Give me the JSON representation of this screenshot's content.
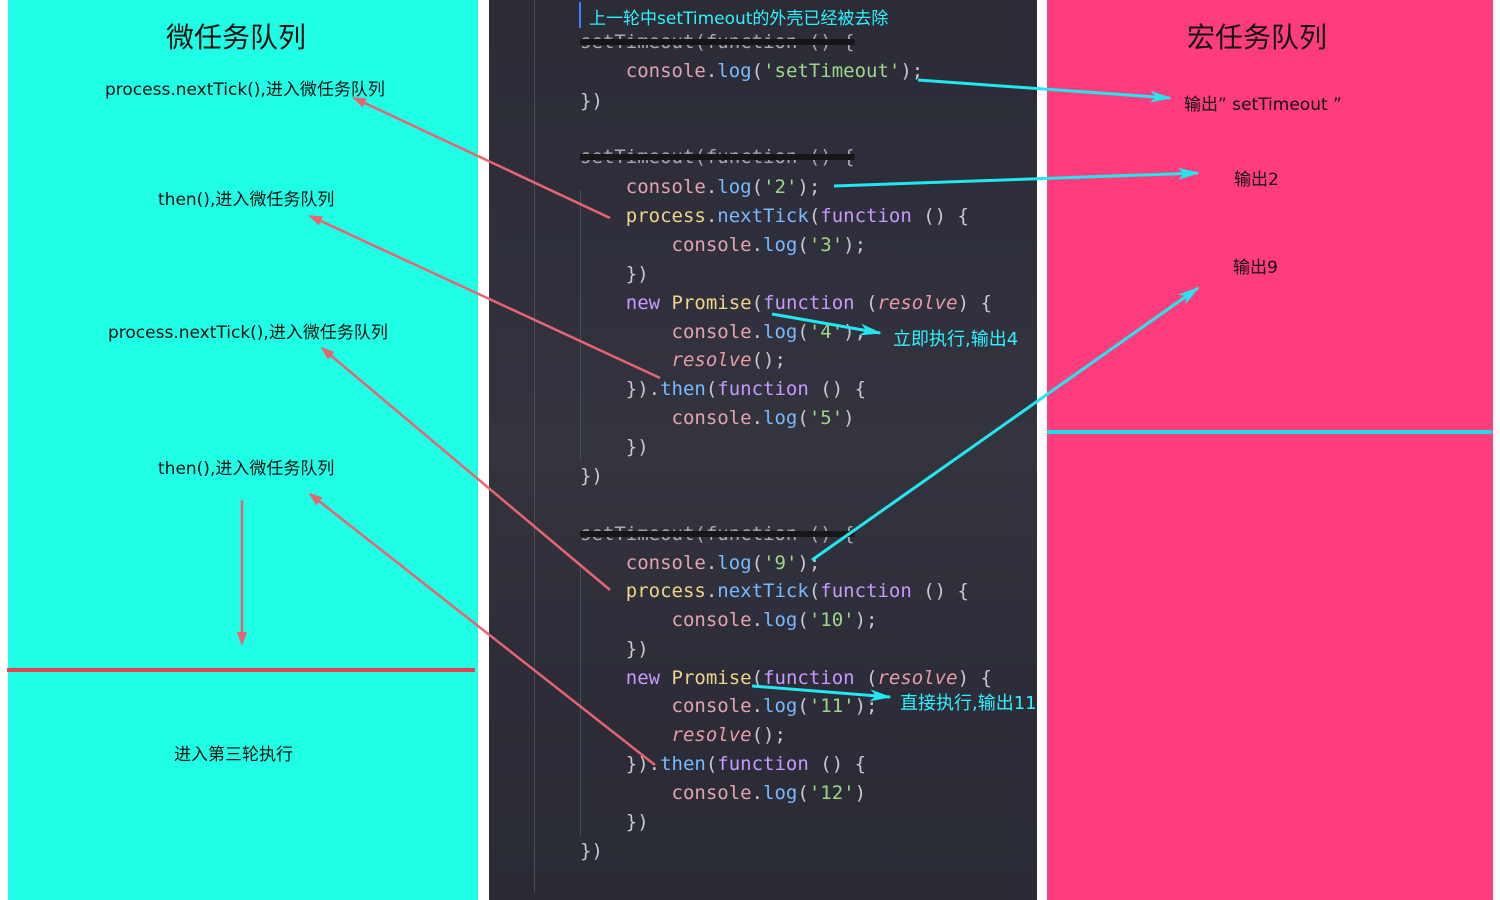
{
  "micro": {
    "title": "微任务队列",
    "notes": [
      "process.nextTick(),进入微任务队列",
      "then(),进入微任务队列",
      "process.nextTick(),进入微任务队列",
      "then(),进入微任务队列"
    ],
    "bottom_note": "进入第三轮执行"
  },
  "macro": {
    "title": "宏任务队列",
    "outputs": [
      "输出”  setTimeout ”",
      "输出2",
      "输出9"
    ]
  },
  "code": {
    "header_note": "上一轮中setTimeout的外壳已经被去除",
    "annot_1": "立即执行,输出4",
    "annot_2": "直接执行,输出11",
    "lines": [
      [
        [
          "tk-plain",
          "setTimeout(function () {"
        ]
      ],
      [
        [
          "tk-plain",
          "    "
        ],
        [
          "tk-obj",
          "console"
        ],
        [
          "tk-dot",
          "."
        ],
        [
          "tk-fn",
          "log"
        ],
        [
          "tk-plain",
          "("
        ],
        [
          "tk-str",
          "'setTimeout'"
        ],
        [
          "tk-plain",
          ");"
        ]
      ],
      [
        [
          "tk-plain",
          "})"
        ]
      ],
      [
        [
          "tk-plain",
          ""
        ]
      ],
      [
        [
          "tk-plain",
          "setTimeout(function () {"
        ]
      ],
      [
        [
          "tk-plain",
          "    "
        ],
        [
          "tk-obj",
          "console"
        ],
        [
          "tk-dot",
          "."
        ],
        [
          "tk-fn",
          "log"
        ],
        [
          "tk-plain",
          "("
        ],
        [
          "tk-str",
          "'2'"
        ],
        [
          "tk-plain",
          ");"
        ]
      ],
      [
        [
          "tk-plain",
          "    "
        ],
        [
          "tk-cls",
          "process"
        ],
        [
          "tk-dot",
          "."
        ],
        [
          "tk-fn",
          "nextTick"
        ],
        [
          "tk-plain",
          "("
        ],
        [
          "tk-kw",
          "function"
        ],
        [
          "tk-plain",
          " () {"
        ]
      ],
      [
        [
          "tk-plain",
          "        "
        ],
        [
          "tk-obj",
          "console"
        ],
        [
          "tk-dot",
          "."
        ],
        [
          "tk-fn",
          "log"
        ],
        [
          "tk-plain",
          "("
        ],
        [
          "tk-str",
          "'3'"
        ],
        [
          "tk-plain",
          ");"
        ]
      ],
      [
        [
          "tk-plain",
          "    })"
        ]
      ],
      [
        [
          "tk-plain",
          "    "
        ],
        [
          "tk-kw",
          "new"
        ],
        [
          "tk-plain",
          " "
        ],
        [
          "tk-cls",
          "Promise"
        ],
        [
          "tk-plain",
          "("
        ],
        [
          "tk-kw",
          "function"
        ],
        [
          "tk-plain",
          " ("
        ],
        [
          "tk-param",
          "resolve"
        ],
        [
          "tk-plain",
          ") {"
        ]
      ],
      [
        [
          "tk-plain",
          "        "
        ],
        [
          "tk-obj",
          "console"
        ],
        [
          "tk-dot",
          "."
        ],
        [
          "tk-fn",
          "log"
        ],
        [
          "tk-plain",
          "("
        ],
        [
          "tk-str",
          "'4'"
        ],
        [
          "tk-plain",
          ");"
        ]
      ],
      [
        [
          "tk-plain",
          "        "
        ],
        [
          "tk-param",
          "resolve"
        ],
        [
          "tk-plain",
          "();"
        ]
      ],
      [
        [
          "tk-plain",
          "    })."
        ],
        [
          "tk-fn",
          "then"
        ],
        [
          "tk-plain",
          "("
        ],
        [
          "tk-kw",
          "function"
        ],
        [
          "tk-plain",
          " () {"
        ]
      ],
      [
        [
          "tk-plain",
          "        "
        ],
        [
          "tk-obj",
          "console"
        ],
        [
          "tk-dot",
          "."
        ],
        [
          "tk-fn",
          "log"
        ],
        [
          "tk-plain",
          "("
        ],
        [
          "tk-str",
          "'5'"
        ],
        [
          "tk-plain",
          ")"
        ]
      ],
      [
        [
          "tk-plain",
          "    })"
        ]
      ],
      [
        [
          "tk-plain",
          "})"
        ]
      ],
      [
        [
          "tk-plain",
          ""
        ]
      ],
      [
        [
          "tk-plain",
          ""
        ]
      ],
      [
        [
          "tk-plain",
          "setTimeout(function () {"
        ]
      ],
      [
        [
          "tk-plain",
          "    "
        ],
        [
          "tk-obj",
          "console"
        ],
        [
          "tk-dot",
          "."
        ],
        [
          "tk-fn",
          "log"
        ],
        [
          "tk-plain",
          "("
        ],
        [
          "tk-str",
          "'9'"
        ],
        [
          "tk-plain",
          ");"
        ]
      ],
      [
        [
          "tk-plain",
          "    "
        ],
        [
          "tk-cls",
          "process"
        ],
        [
          "tk-dot",
          "."
        ],
        [
          "tk-fn",
          "nextTick"
        ],
        [
          "tk-plain",
          "("
        ],
        [
          "tk-kw",
          "function"
        ],
        [
          "tk-plain",
          " () {"
        ]
      ],
      [
        [
          "tk-plain",
          "        "
        ],
        [
          "tk-obj",
          "console"
        ],
        [
          "tk-dot",
          "."
        ],
        [
          "tk-fn",
          "log"
        ],
        [
          "tk-plain",
          "("
        ],
        [
          "tk-str",
          "'10'"
        ],
        [
          "tk-plain",
          ");"
        ]
      ],
      [
        [
          "tk-plain",
          "    })"
        ]
      ],
      [
        [
          "tk-plain",
          "    "
        ],
        [
          "tk-kw",
          "new"
        ],
        [
          "tk-plain",
          " "
        ],
        [
          "tk-cls",
          "Promise"
        ],
        [
          "tk-plain",
          "("
        ],
        [
          "tk-kw",
          "function"
        ],
        [
          "tk-plain",
          " ("
        ],
        [
          "tk-param",
          "resolve"
        ],
        [
          "tk-plain",
          ") {"
        ]
      ],
      [
        [
          "tk-plain",
          "        "
        ],
        [
          "tk-obj",
          "console"
        ],
        [
          "tk-dot",
          "."
        ],
        [
          "tk-fn",
          "log"
        ],
        [
          "tk-plain",
          "("
        ],
        [
          "tk-str",
          "'11'"
        ],
        [
          "tk-plain",
          ");"
        ]
      ],
      [
        [
          "tk-plain",
          "        "
        ],
        [
          "tk-param",
          "resolve"
        ],
        [
          "tk-plain",
          "();"
        ]
      ],
      [
        [
          "tk-plain",
          "    })."
        ],
        [
          "tk-fn",
          "then"
        ],
        [
          "tk-plain",
          "("
        ],
        [
          "tk-kw",
          "function"
        ],
        [
          "tk-plain",
          " () {"
        ]
      ],
      [
        [
          "tk-plain",
          "        "
        ],
        [
          "tk-obj",
          "console"
        ],
        [
          "tk-dot",
          "."
        ],
        [
          "tk-fn",
          "log"
        ],
        [
          "tk-plain",
          "("
        ],
        [
          "tk-str",
          "'12'"
        ],
        [
          "tk-plain",
          ")"
        ]
      ],
      [
        [
          "tk-plain",
          "    })"
        ]
      ],
      [
        [
          "tk-plain",
          "})"
        ]
      ]
    ]
  },
  "colors": {
    "micro_bg": "#1effe6",
    "macro_bg": "#ff3d7c",
    "code_bg": "#2e2f3b",
    "arrow_red": "#e86470",
    "arrow_cyan": "#22e6f2",
    "divider_red": "#e8404c",
    "divider_cyan": "#25d8f0"
  }
}
